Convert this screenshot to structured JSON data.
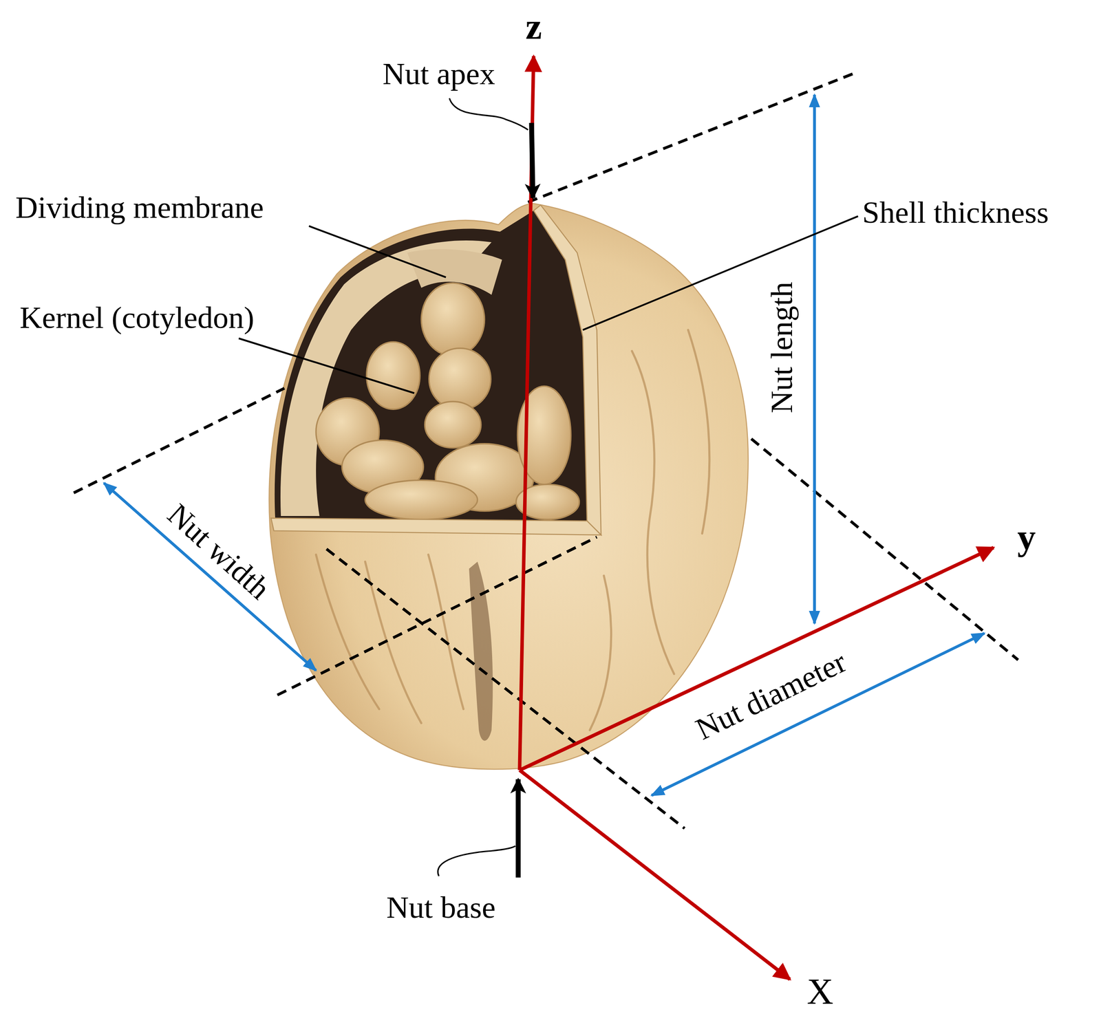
{
  "diagram": {
    "labels": [
      "z",
      "Nut apex",
      "Dividing membrane",
      "Kernel (cotyledon)",
      "Shell thickness",
      "Nut length",
      "y",
      "Nut width",
      "Nut diameter",
      "Nut base",
      "X"
    ]
  }
}
